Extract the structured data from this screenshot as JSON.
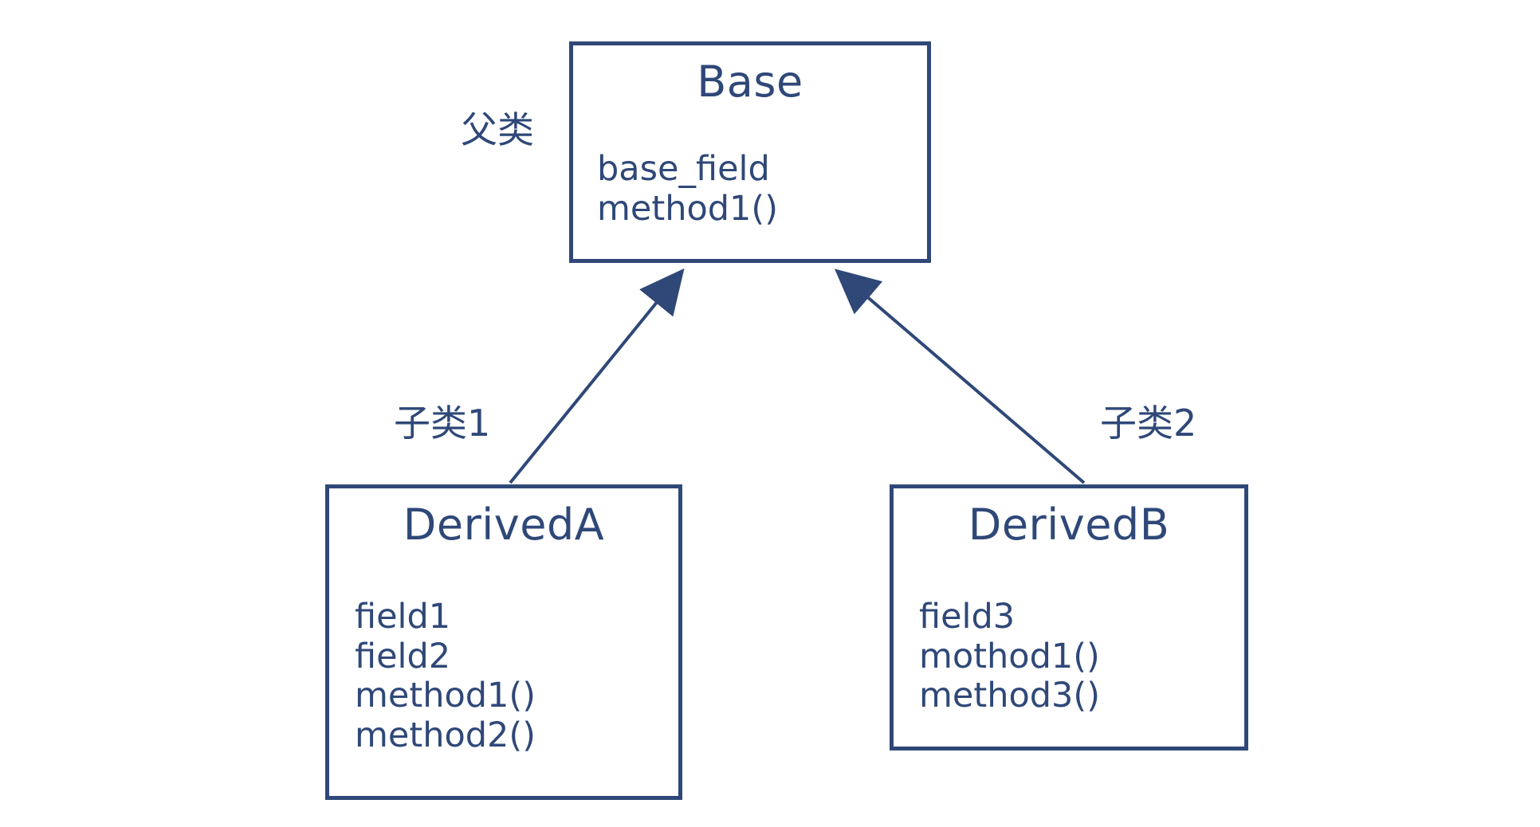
{
  "diagram": {
    "type": "uml-class-inheritance",
    "title": "Class inheritance diagram",
    "background_color": "#ffffff",
    "stroke_color": "#2f4878",
    "text_color": "#2f4878"
  },
  "classes": {
    "base": {
      "name": "Base",
      "members": [
        "base_field",
        "method1()"
      ]
    },
    "derived_a": {
      "name": "DerivedA",
      "members": [
        "field1",
        "field2",
        "method1()",
        "method2()"
      ]
    },
    "derived_b": {
      "name": "DerivedB",
      "members": [
        "field3",
        "mothod1()",
        "method3()"
      ]
    }
  },
  "annotations": {
    "parent": "父类",
    "child_1": "子类1",
    "child_2": "子类2"
  },
  "relationships": [
    {
      "from": "DerivedA",
      "to": "Base",
      "kind": "inheritance",
      "arrowhead": "solid-triangle"
    },
    {
      "from": "DerivedB",
      "to": "Base",
      "kind": "inheritance",
      "arrowhead": "solid-triangle"
    }
  ]
}
